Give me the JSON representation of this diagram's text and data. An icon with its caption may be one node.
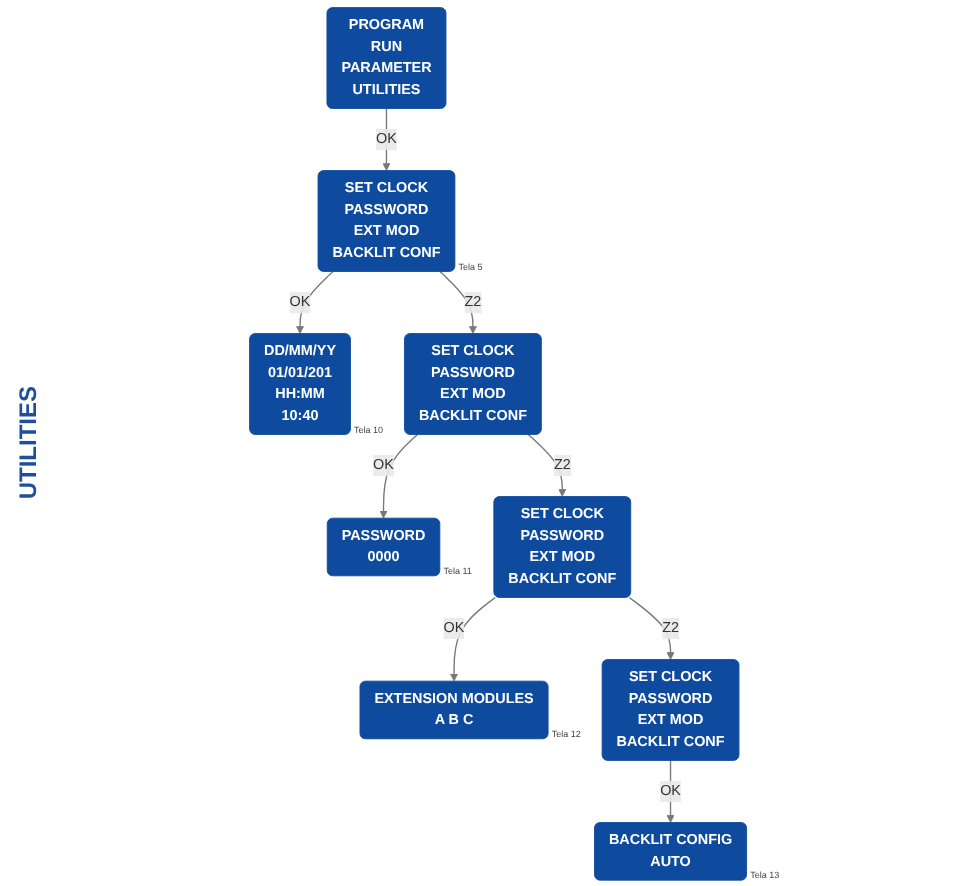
{
  "diagram": {
    "nodes": [
      {
        "text": [
          "PROGRAM",
          "RUN",
          "PARAMETER",
          "UTILITIES"
        ]
      },
      {
        "text": [
          "SET CLOCK",
          "PASSWORD",
          "EXT MOD",
          "BACKLIT CONF"
        ],
        "beside": [
          "Tela 5"
        ]
      },
      {
        "text": [
          "DD/MM/YY",
          "01/01/201",
          "HH:MM",
          "10:40"
        ],
        "beside": [
          "Tela 10"
        ]
      },
      {
        "text": [
          "SET CLOCK",
          "PASSWORD",
          "EXT MOD",
          "BACKLIT CONF"
        ]
      },
      {
        "text": [
          "PASSWORD",
          "0000"
        ],
        "beside": [
          "Tela 11"
        ]
      },
      {
        "text": [
          "SET CLOCK",
          "PASSWORD",
          "EXT MOD",
          "BACKLIT CONF"
        ]
      },
      {
        "text": [
          "EXTENSION MODULES",
          "A B C"
        ],
        "beside": [
          "Tela 12"
        ]
      },
      {
        "text": [
          "SET CLOCK",
          "PASSWORD",
          "EXT MOD",
          "BACKLIT CONF"
        ]
      },
      {
        "text": [
          "BACKLIT CONFIG",
          "AUTO"
        ],
        "beside": [
          "Tela 13"
        ]
      }
    ],
    "edges": [
      {
        "from": 0,
        "to": 1,
        "arrow": "to",
        "label": "OK"
      },
      {
        "from": 1,
        "to": 2,
        "arrow": "to",
        "label": "OK"
      },
      {
        "from": 1,
        "to": 3,
        "arrow": "to",
        "label": "Z2"
      },
      {
        "from": 3,
        "to": 4,
        "arrow": "to",
        "label": "OK"
      },
      {
        "from": 3,
        "to": 5,
        "arrow": "to",
        "label": "Z2"
      },
      {
        "from": 5,
        "to": 6,
        "arrow": "to",
        "label": "OK"
      },
      {
        "from": 5,
        "to": 7,
        "arrow": "to",
        "label": "Z2"
      },
      {
        "from": 7,
        "to": 8,
        "arrow": "to",
        "label": "OK"
      }
    ],
    "labels": [
      "UTILITIES"
    ]
  }
}
